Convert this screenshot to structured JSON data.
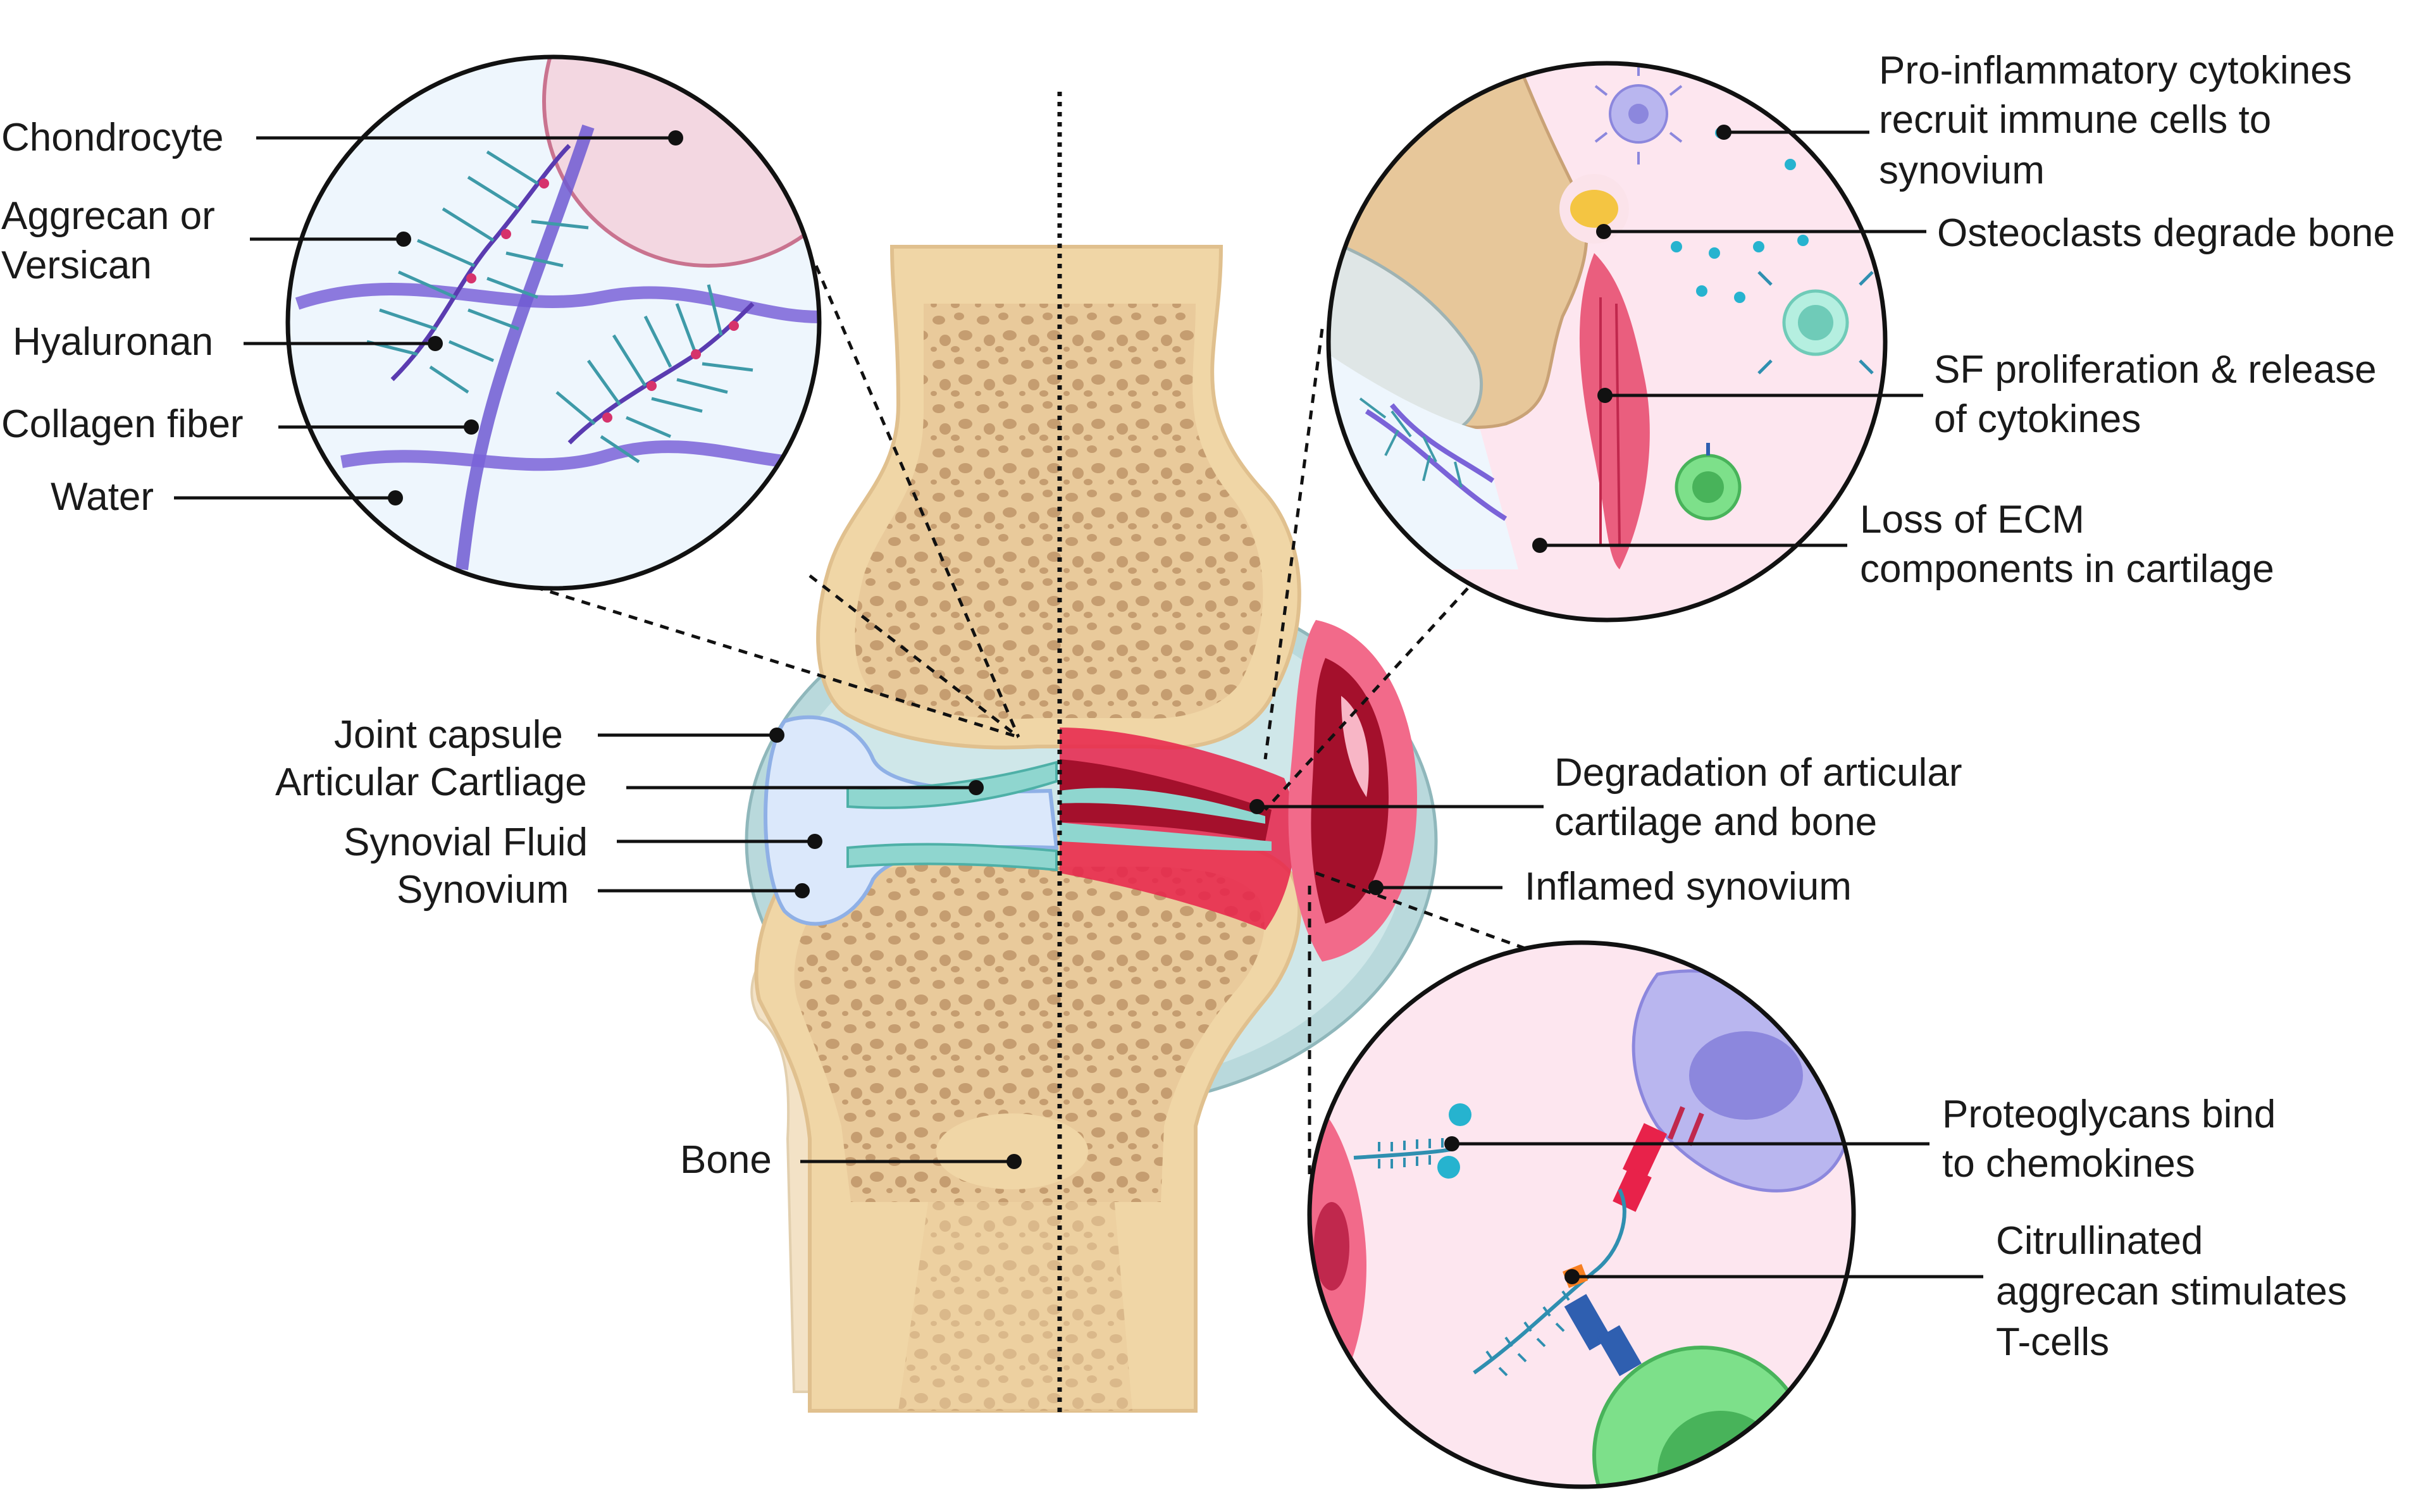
{
  "labels_left": {
    "chondrocyte": "Chondrocyte",
    "aggrecan_1": "Aggrecan or",
    "aggrecan_2": "Versican",
    "hyaluronan": "Hyaluronan",
    "collagen": "Collagen fiber",
    "water": "Water",
    "joint_capsule": "Joint capsule",
    "articular_cartilage": "Articular Cartliage",
    "synovial_fluid": "Synovial Fluid",
    "synovium": "Synovium",
    "bone": "Bone"
  },
  "labels_right": {
    "cytokines_1": "Pro-inflammatory cytokines",
    "cytokines_2": "recruit immune cells to",
    "cytokines_3": "synovium",
    "osteoclasts": "Osteoclasts degrade bone",
    "sf_1": "SF proliferation & release",
    "sf_2": "of cytokines",
    "ecm_1": "Loss of ECM",
    "ecm_2": "components in cartilage",
    "degradation_1": "Degradation of articular",
    "degradation_2": "cartilage and bone",
    "inflamed": "Inflamed synovium",
    "proteoglycans_1": "Proteoglycans bind",
    "proteoglycans_2": "to chemokines",
    "citrullinated_1": "Citrullinated",
    "citrullinated_2": "aggrecan stimulates",
    "citrullinated_3": "T-cells"
  },
  "colors": {
    "bone": "#f0d6a6",
    "bone_dark": "#c9a276",
    "capsule": "#b9d9dc",
    "fluid": "#dbe8fb",
    "cartilage": "#8fd6cf",
    "inflamed": "#e8224a",
    "inflamed_dark": "#a4102c",
    "zoom_bg_left": "#eef6fd",
    "zoom_bg_right": "#fde6ef"
  }
}
